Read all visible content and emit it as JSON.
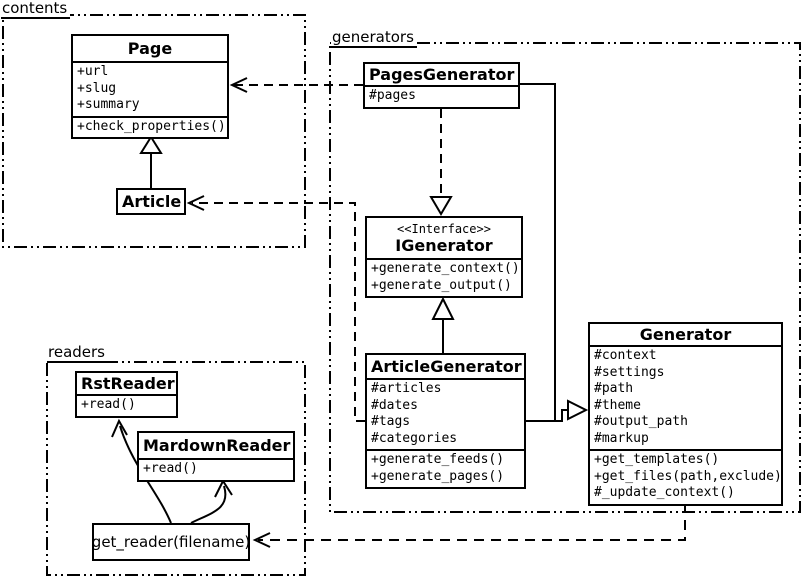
{
  "packages": {
    "contents": {
      "label": "contents"
    },
    "generators": {
      "label": "generators"
    },
    "readers": {
      "label": "readers"
    }
  },
  "classes": {
    "page": {
      "title": "Page",
      "attributes": [
        "+url",
        "+slug",
        "+summary"
      ],
      "methods": [
        "+check_properties()"
      ]
    },
    "article": {
      "title": "Article"
    },
    "pages_generator": {
      "title": "PagesGenerator",
      "attributes": [
        "#pages"
      ]
    },
    "igenerator": {
      "stereotype": "<<Interface>>",
      "title": "IGenerator",
      "methods": [
        "+generate_context()",
        "+generate_output()"
      ]
    },
    "article_generator": {
      "title": "ArticleGenerator",
      "attributes": [
        "#articles",
        "#dates",
        "#tags",
        "#categories"
      ],
      "methods": [
        "+generate_feeds()",
        "+generate_pages()"
      ]
    },
    "generator": {
      "title": "Generator",
      "attributes": [
        "#context",
        "#settings",
        "#path",
        "#theme",
        "#output_path",
        "#markup"
      ],
      "methods": [
        "+get_templates()",
        "+get_files(path,exclude)",
        "#_update_context()"
      ]
    },
    "rst_reader": {
      "title": "RstReader",
      "methods": [
        "+read()"
      ]
    },
    "mardown_reader": {
      "title": "MardownReader",
      "methods": [
        "+read()"
      ]
    },
    "get_reader": {
      "label": "get_reader(filename)"
    }
  },
  "relationships": [
    {
      "from": "Article",
      "to": "Page",
      "type": "generalization"
    },
    {
      "from": "PagesGenerator",
      "to": "IGenerator",
      "type": "realization"
    },
    {
      "from": "ArticleGenerator",
      "to": "IGenerator",
      "type": "generalization"
    },
    {
      "from": "PagesGenerator",
      "to": "Generator",
      "type": "generalization"
    },
    {
      "from": "ArticleGenerator",
      "to": "Generator",
      "type": "generalization"
    },
    {
      "from": "PagesGenerator",
      "to": "Page",
      "type": "dependency"
    },
    {
      "from": "ArticleGenerator",
      "to": "Article",
      "type": "dependency"
    },
    {
      "from": "Generator",
      "to": "get_reader(filename)",
      "type": "dependency"
    },
    {
      "from": "get_reader(filename)",
      "to": "RstReader",
      "type": "call"
    },
    {
      "from": "get_reader(filename)",
      "to": "MardownReader",
      "type": "call"
    }
  ],
  "colors": {
    "line": "#000000",
    "background": "#ffffff"
  }
}
